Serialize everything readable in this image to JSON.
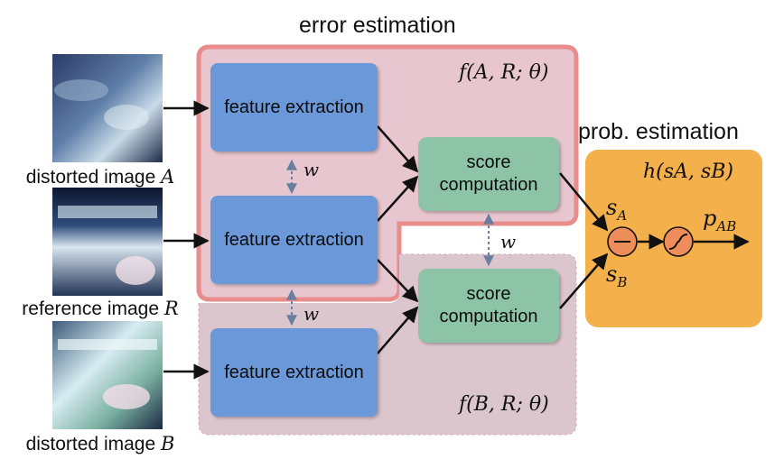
{
  "titles": {
    "error_estimation": "error estimation",
    "prob_estimation": "prob. estimation"
  },
  "images": [
    {
      "caption": "distorted image",
      "var": "A"
    },
    {
      "caption": "reference image",
      "var": "R"
    },
    {
      "caption": "distorted image",
      "var": "B"
    }
  ],
  "modules": {
    "feature_extraction": "feature extraction",
    "score_computation": "score computation"
  },
  "math": {
    "f_top": "f(A, R; θ)",
    "f_bottom": "f(B, R; θ)",
    "h": "h(sA, sB)",
    "weight": "w",
    "s_a": "s",
    "s_a_sub": "A",
    "s_b": "s",
    "s_b_sub": "B",
    "p": "p",
    "p_sub": "AB"
  },
  "colors": {
    "error_region_border": "#e88c8c",
    "error_region_fill": "#e8c6cf",
    "bottom_region_fill": "#dcc6ce",
    "feature_box": "#6a98d8",
    "score_box": "#8dc4a8",
    "prob_region": "#f4b04a",
    "operator_circle": "#ee8c5a"
  }
}
